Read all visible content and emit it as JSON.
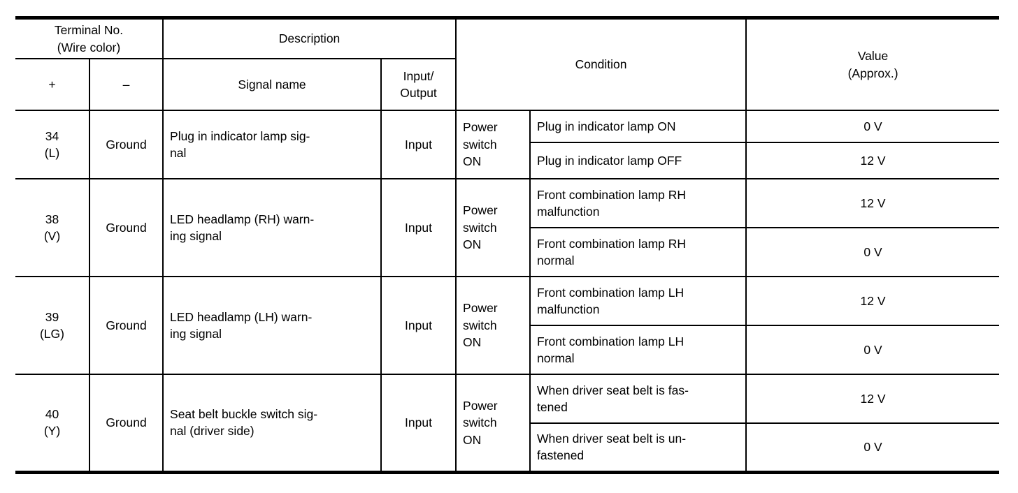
{
  "colors": {
    "background": "#ffffff",
    "text": "#000000",
    "border": "#000000"
  },
  "table": {
    "headers": {
      "terminal": "Terminal No.\n(Wire color)",
      "plus": "+",
      "minus": "–",
      "description": "Description",
      "signal_name": "Signal name",
      "input_output": "Input/\nOutput",
      "condition": "Condition",
      "value": "Value\n(Approx.)"
    },
    "rows": [
      {
        "terminal": "34\n(L)",
        "ground": "Ground",
        "signal": "Plug in indicator lamp sig-\nnal",
        "io": "Input",
        "condition_main": "Power\nswitch\nON",
        "conditions": [
          {
            "text": "Plug in indicator lamp ON",
            "value": "0 V"
          },
          {
            "text": "Plug in indicator lamp OFF",
            "value": "12 V"
          }
        ]
      },
      {
        "terminal": "38\n(V)",
        "ground": "Ground",
        "signal": "LED headlamp (RH) warn-\ning signal",
        "io": "Input",
        "condition_main": "Power\nswitch\nON",
        "conditions": [
          {
            "text": "Front combination lamp RH\nmalfunction",
            "value": "12 V"
          },
          {
            "text": "Front combination lamp RH\nnormal",
            "value": "0 V"
          }
        ]
      },
      {
        "terminal": "39\n(LG)",
        "ground": "Ground",
        "signal": "LED headlamp (LH) warn-\ning signal",
        "io": "Input",
        "condition_main": "Power\nswitch\nON",
        "conditions": [
          {
            "text": "Front combination lamp LH\nmalfunction",
            "value": "12 V"
          },
          {
            "text": "Front combination lamp LH\nnormal",
            "value": "0 V"
          }
        ]
      },
      {
        "terminal": "40\n(Y)",
        "ground": "Ground",
        "signal": "Seat belt buckle switch sig-\nnal (driver side)",
        "io": "Input",
        "condition_main": "Power\nswitch\nON",
        "conditions": [
          {
            "text": "When driver seat belt is fas-\ntened",
            "value": "12 V"
          },
          {
            "text": "When driver seat belt is un-\nfastened",
            "value": "0 V"
          }
        ]
      }
    ]
  }
}
